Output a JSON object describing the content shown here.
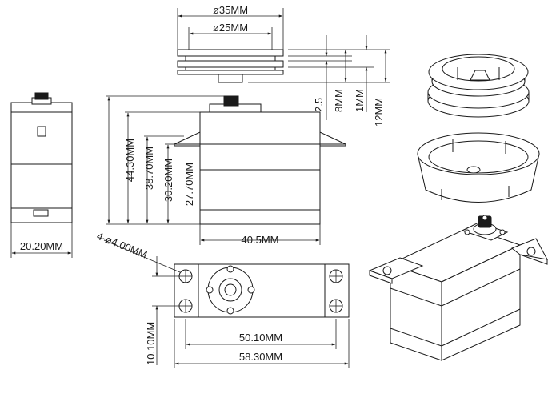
{
  "dimensions": {
    "pulley_outer_dia": "ø35MM",
    "pulley_inner_dia": "ø25MM",
    "pulley_groove": "2.5",
    "pulley_hub": "8MM",
    "pulley_flange": "1MM",
    "pulley_height": "12MM",
    "total_height": "44.30MM",
    "height_to_shaft": "38.70MM",
    "height_to_flange_top": "30.20MM",
    "height_to_flange_bottom": "27.70MM",
    "body_width": "40.5MM",
    "side_thickness": "20.20MM",
    "mount_holes": "4-ø4.00MM",
    "hole_spacing": "50.10MM",
    "flange_length": "58.30MM",
    "hole_pitch": "10.10MM"
  },
  "colors": {
    "line": "#1a1a1a",
    "background": "#ffffff"
  }
}
